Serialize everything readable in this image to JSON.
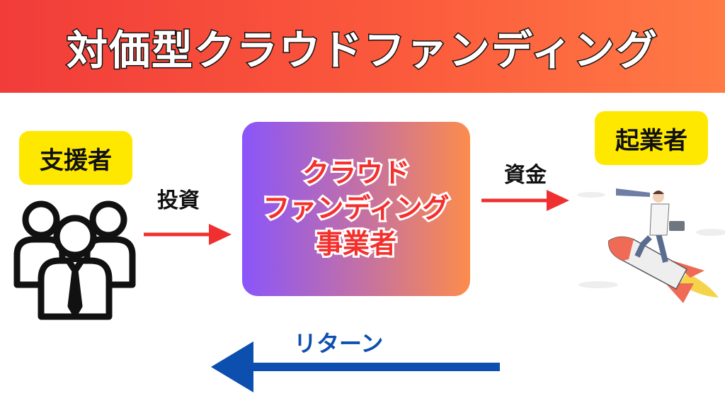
{
  "title": "対価型クラウドファンディング",
  "supporter": {
    "label": "支援者",
    "icon": "people-icon"
  },
  "entrepreneur": {
    "label": "起業者",
    "icon": "rocket-businessman-illustration"
  },
  "center": {
    "lines": [
      "クラウド",
      "ファンディング",
      "事業者"
    ]
  },
  "arrows": {
    "invest": "投資",
    "funds": "資金",
    "return": "リターン"
  },
  "colors": {
    "arrow_red": "#f03030",
    "arrow_blue": "#0c4fae",
    "tag_yellow": "#ffe800"
  }
}
